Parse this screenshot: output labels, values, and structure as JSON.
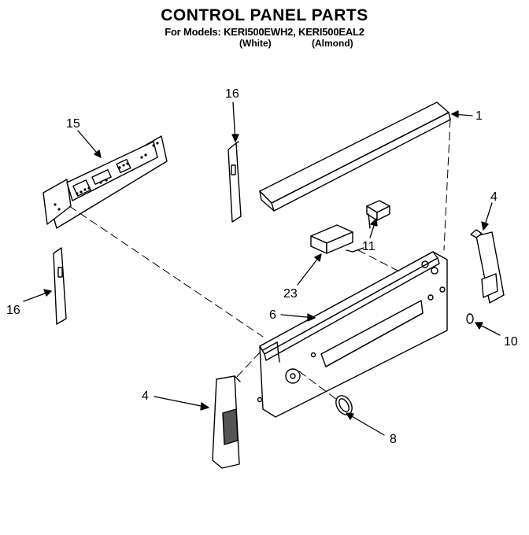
{
  "header": {
    "title": "CONTROL PANEL PARTS",
    "models_line": "For Models: KERI500EWH2, KERI500EAL2",
    "color_white": "(White)",
    "color_almond": "(Almond)"
  },
  "callouts": {
    "c1": "1",
    "c4_right": "4",
    "c4_left": "4",
    "c6": "6",
    "c8": "8",
    "c10": "10",
    "c11": "11",
    "c15": "15",
    "c16_top": "16",
    "c16_left": "16",
    "c23": "23"
  }
}
